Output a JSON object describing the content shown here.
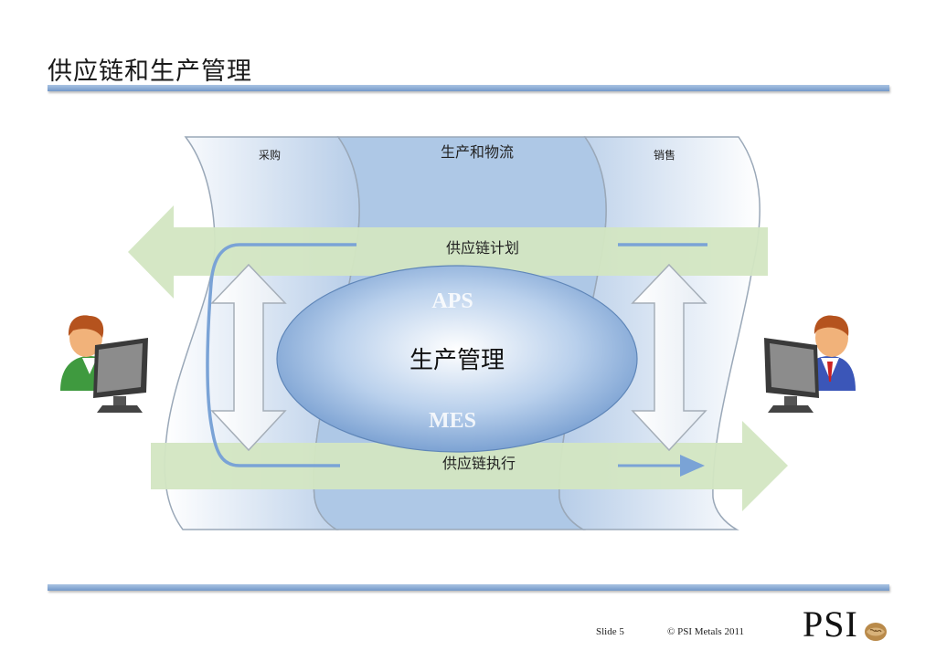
{
  "slide": {
    "title": "供应链和生产管理",
    "slide_number": "Slide 5",
    "copyright": "© PSI Metals 2011",
    "logo_text": "PSI"
  },
  "diagram": {
    "columns": {
      "left": "采购",
      "middle": "生产和物流",
      "right": "销售"
    },
    "top_band": "供应链计划",
    "bottom_band": "供应链执行",
    "center": {
      "top_label": "APS",
      "main_label": "生产管理",
      "bottom_label": "MES"
    }
  },
  "colors": {
    "band_green": "#d3e6c2",
    "ellipse_blue": "#7fa6d6",
    "column_blue": "#aec8e6",
    "rule_blue": "#7398c8"
  }
}
